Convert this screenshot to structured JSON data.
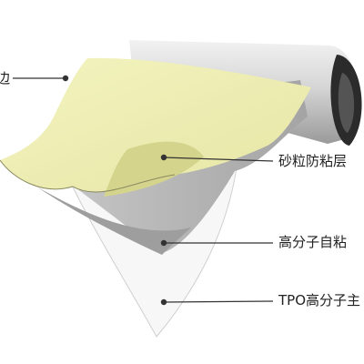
{
  "labels": {
    "edge": "边",
    "sand_layer": "砂粒防粘层",
    "adhesive_layer": "高分子自粘",
    "tpo_layer": "TPO高分子主"
  },
  "colors": {
    "sand_yellow": "#f0f0b4",
    "adhesive_gray": "#b8b8b8",
    "tpo_white": "#f7f7f7",
    "roll_dark": "#2b2b2b",
    "leader_line": "#333333"
  }
}
